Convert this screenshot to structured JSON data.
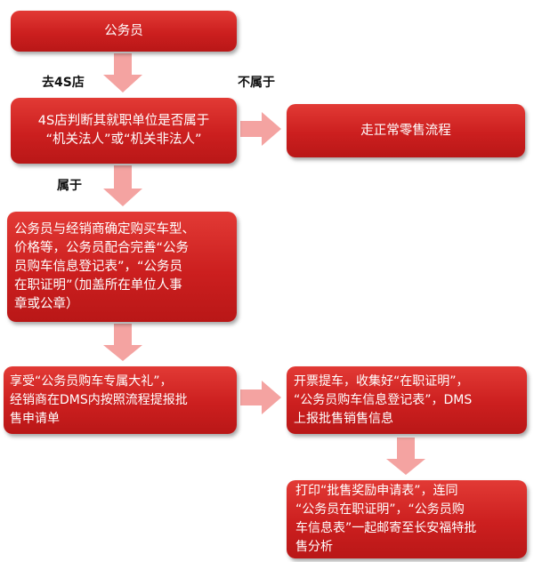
{
  "colors": {
    "box": "#cc1f1f",
    "arrow": "#f4a3a1",
    "text": "#ffffff",
    "label": "#111111"
  },
  "nodes": {
    "civil_servant": "公务员",
    "check_unit": [
      "4S店判断其就职单位是否属于",
      "“机关法人”或“机关非法人”"
    ],
    "normal_retail": "走正常零售流程",
    "confirm_car": [
      "公务员与经销商确定购买车型、",
      "价格等，公务员配合完善“公务",
      "员购车信息登记表”，“公务员",
      "在职证明”（加盖所在单位人事",
      "章或公章）"
    ],
    "enjoy_gift": [
      "享受“公务员购车专属大礼”，",
      "经销商在DMS内按照流程提报批",
      "售申请单"
    ],
    "invoice": [
      "开票提车，收集好“在职证明”，",
      "“公务员购车信息登记表”，DMS",
      "上报批售销售信息"
    ],
    "print_form": [
      "打印“批售奖励申请表”，连同",
      "“公务员在职证明”，“公务员购",
      "车信息表”一起邮寄至长安福特批",
      "售分析"
    ]
  },
  "labels": {
    "to_4s": "去4S店",
    "not_belong": "不属于",
    "belong": "属于"
  }
}
